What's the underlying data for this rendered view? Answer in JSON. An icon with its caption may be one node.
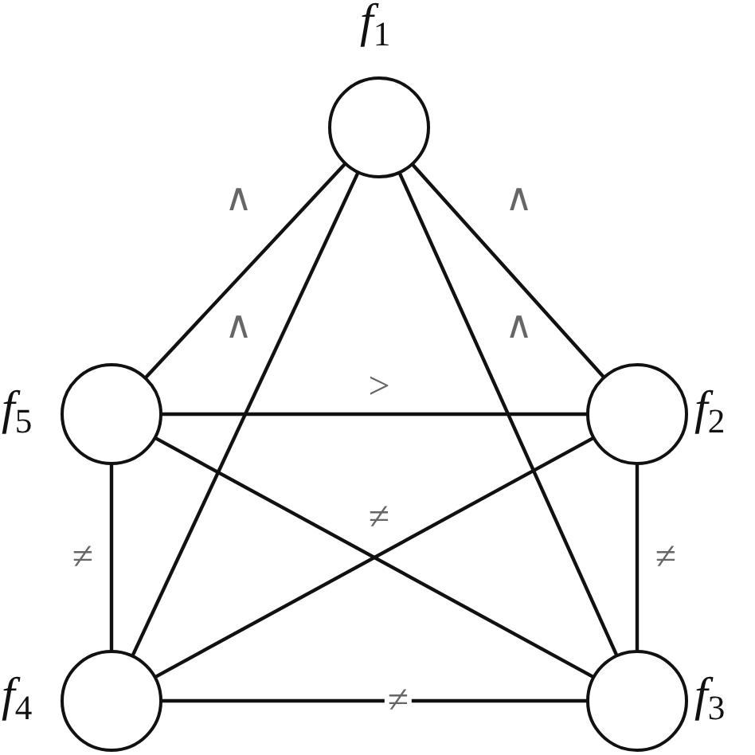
{
  "diagram": {
    "nodes": [
      {
        "text": [
          "*f*$_{1}$"
        ]
      },
      {
        "text": [
          "*f*$_{5}$"
        ]
      },
      {
        "text": [
          "*f*$_{2}$"
        ]
      },
      {
        "text": [
          "*f*$_{4}$"
        ]
      },
      {
        "text": [
          "*f*$_{3}$"
        ]
      }
    ],
    "edges": [
      {
        "from": 0,
        "to": 1,
        "arrow": "none",
        "label": "∧"
      },
      {
        "from": 0,
        "to": 3,
        "arrow": "none",
        "label": "∧"
      },
      {
        "from": 0,
        "to": 4,
        "arrow": "none",
        "label": "∧"
      },
      {
        "from": 0,
        "to": 2,
        "arrow": "none",
        "label": "∧"
      },
      {
        "from": 1,
        "to": 2,
        "arrow": "none",
        "label": ">"
      },
      {
        "from": 1,
        "to": 4,
        "arrow": "none",
        "label": "≠"
      },
      {
        "from": 3,
        "to": 2,
        "arrow": "none"
      },
      {
        "from": 1,
        "to": 3,
        "arrow": "none",
        "label": "≠"
      },
      {
        "from": 2,
        "to": 4,
        "arrow": "none",
        "label": "≠"
      },
      {
        "from": 3,
        "to": 4,
        "arrow": "none",
        "label": "≠"
      }
    ]
  }
}
